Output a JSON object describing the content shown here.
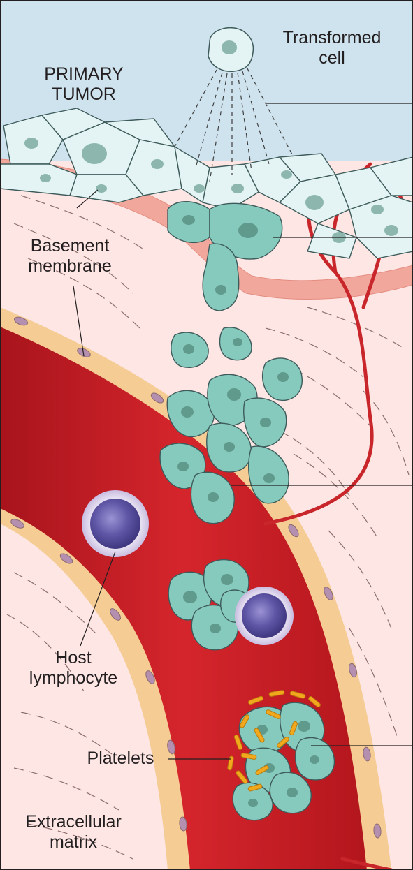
{
  "labels": {
    "transformed_cell": [
      "Transformed",
      "cell"
    ],
    "primary_tumor": [
      "PRIMARY",
      "TUMOR"
    ],
    "basement_membrane": [
      "Basement",
      "membrane"
    ],
    "host_lymphocyte": [
      "Host",
      "lymphocyte"
    ],
    "platelets": "Platelets",
    "extracellular_matrix": [
      "Extracellular",
      "matrix"
    ]
  },
  "colors": {
    "epithelium_bg": "#cfe3ee",
    "tumor_cell_fill": "#e4f4f4",
    "invasive_cell_fill": "#86c9bd",
    "nucleus": "#5f9a8c",
    "membrane": "#f2a79c",
    "matrix": "#fde6e3",
    "vessel_blood": "#d2232a",
    "endothelium": "#f6cc95",
    "lymphocyte": "#5c549e",
    "platelet": "#f2a81c"
  }
}
